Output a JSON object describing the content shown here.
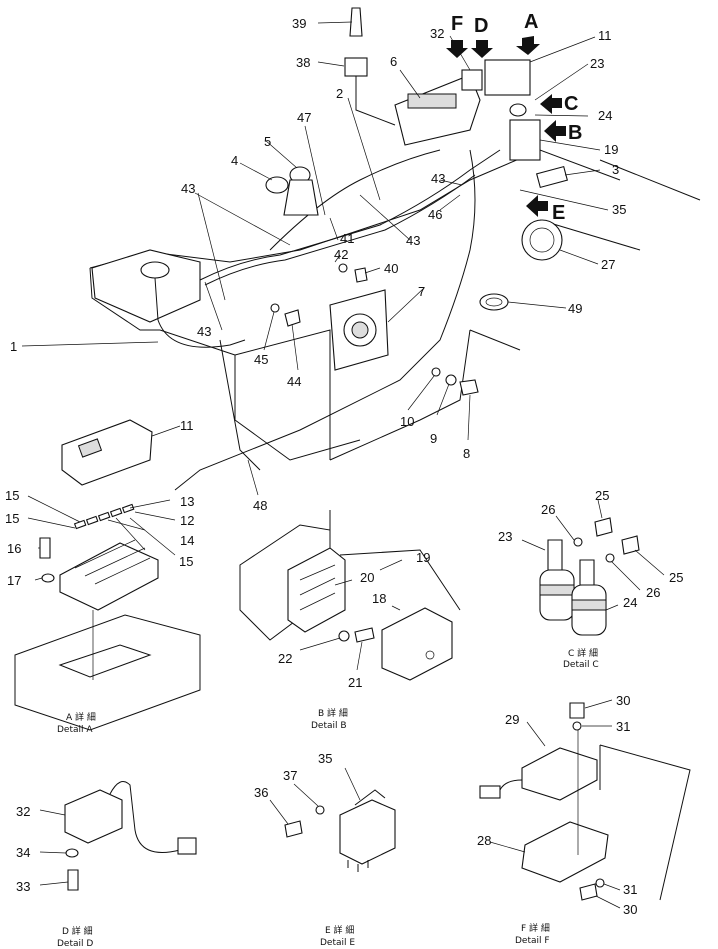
{
  "view_letters": {
    "A": "A",
    "B": "B",
    "C": "C",
    "D": "D",
    "E": "E",
    "F": "F"
  },
  "parts": {
    "p1": "1",
    "p2": "2",
    "p3": "3",
    "p4": "4",
    "p5": "5",
    "p6": "6",
    "p7": "7",
    "p8": "8",
    "p9": "9",
    "p10": "10",
    "p11": "11",
    "p11b": "11",
    "p12": "12",
    "p13": "13",
    "p14": "14",
    "p15a": "15",
    "p15b": "15",
    "p15c": "15",
    "p16": "16",
    "p17": "17",
    "p18": "18",
    "p19": "19",
    "p19b": "19",
    "p20": "20",
    "p21": "21",
    "p22": "22",
    "p23": "23",
    "p23b": "23",
    "p24": "24",
    "p24b": "24",
    "p25a": "25",
    "p25b": "25",
    "p26a": "26",
    "p26b": "26",
    "p27": "27",
    "p28": "28",
    "p29": "29",
    "p30a": "30",
    "p30b": "30",
    "p31a": "31",
    "p31b": "31",
    "p32": "32",
    "p32b": "32",
    "p33": "33",
    "p34": "34",
    "p35": "35",
    "p35b": "35",
    "p36": "36",
    "p37": "37",
    "p38": "38",
    "p39": "39",
    "p40": "40",
    "p41": "41",
    "p42": "42",
    "p43a": "43",
    "p43b": "43",
    "p43c": "43",
    "p43d": "43",
    "p44": "44",
    "p45": "45",
    "p46": "46",
    "p47": "47",
    "p48": "48",
    "p49": "49"
  },
  "details": {
    "A": {
      "jp": "A 詳 細",
      "en": "Detail A"
    },
    "B": {
      "jp": "B 詳 細",
      "en": "Detail B"
    },
    "C": {
      "jp": "C 詳 細",
      "en": "Detail C"
    },
    "D": {
      "jp": "D 詳 細",
      "en": "Detail D"
    },
    "E": {
      "jp": "E 詳 細",
      "en": "Detail E"
    },
    "F": {
      "jp": "F 詳 細",
      "en": "Detail F"
    }
  }
}
